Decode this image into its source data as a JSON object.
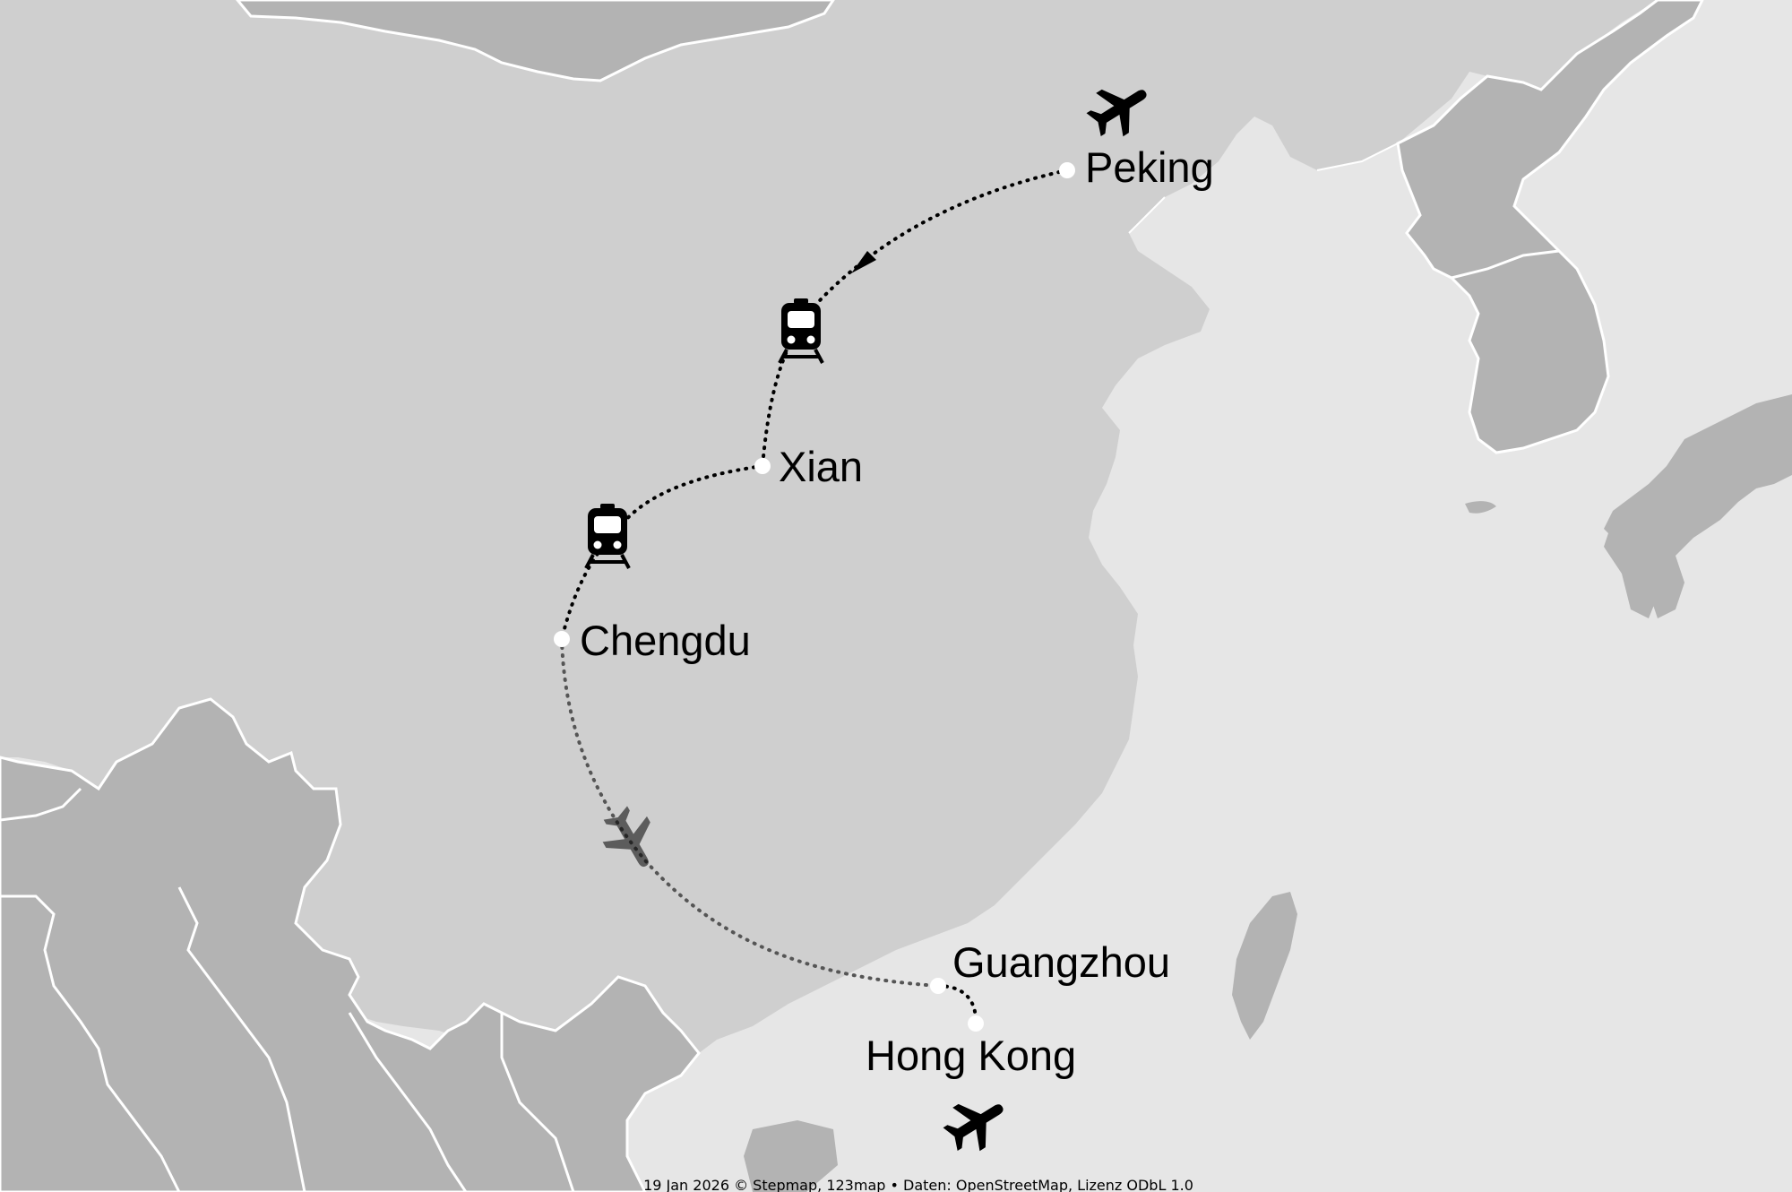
{
  "map": {
    "cities": [
      {
        "id": "peking",
        "name": "Peking"
      },
      {
        "id": "xian",
        "name": "Xian"
      },
      {
        "id": "chengdu",
        "name": "Chengdu"
      },
      {
        "id": "guangzhou",
        "name": "Guangzhou"
      },
      {
        "id": "hongkong",
        "name": "Hong Kong"
      }
    ],
    "legs": [
      {
        "from": "Peking",
        "to": "Xian",
        "mode": "train"
      },
      {
        "from": "Xian",
        "to": "Chengdu",
        "mode": "train"
      },
      {
        "from": "Chengdu",
        "to": "Guangzhou",
        "mode": "plane"
      },
      {
        "from": "Guangzhou",
        "to": "Hong Kong",
        "mode": "transfer"
      }
    ],
    "icons": [
      "plane-arrival-icon",
      "train-icon",
      "train-icon",
      "plane-icon",
      "plane-departure-icon"
    ],
    "credit": "19 Jan 2026 © Stepmap, 123map • Daten: OpenStreetMap, Lizenz ODbL 1.0",
    "colors": {
      "sea": "#e6e6e6",
      "china": "#cfcfcf",
      "neighbors": "#b3b3b3",
      "borders": "#ffffff",
      "route": "#000000",
      "route_plane": "#555555"
    }
  }
}
